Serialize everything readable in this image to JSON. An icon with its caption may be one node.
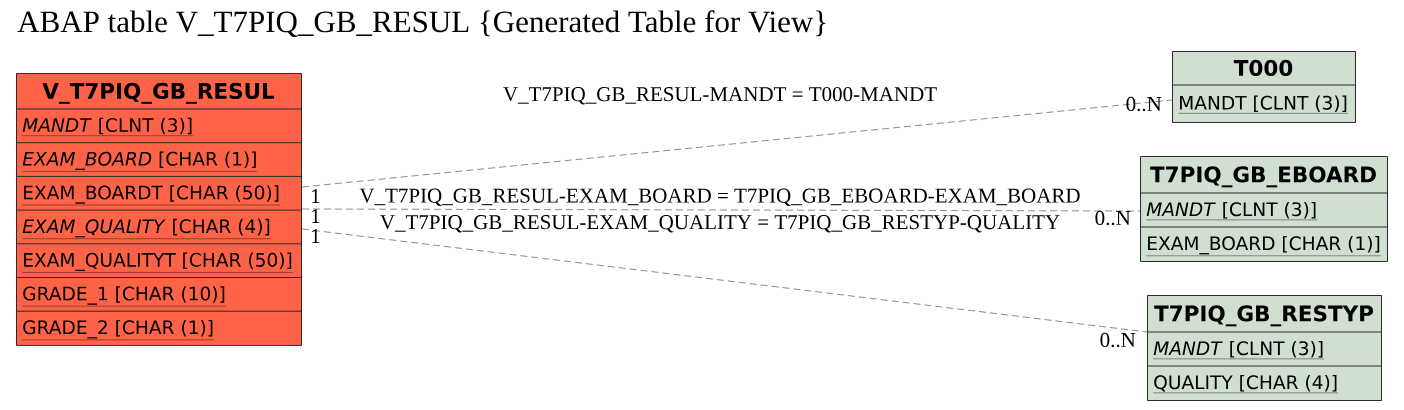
{
  "diagram": {
    "title": "ABAP table V_T7PIQ_GB_RESUL {Generated Table for View}",
    "nodes": [
      {
        "text": [
          "V_T7PIQ_GB_RESUL",
          "*MANDT* [CLNT (3)]",
          "*EXAM_BOARD* [CHAR (1)]",
          "EXAM_BOARDT [CHAR (50)]",
          "*EXAM_QUALITY* [CHAR (4)]",
          "EXAM_QUALITYT [CHAR (50)]",
          "GRADE_1 [CHAR (10)]",
          "GRADE_2 [CHAR (1)]"
        ]
      },
      {
        "text": [
          "T000",
          "MANDT [CLNT (3)]"
        ]
      },
      {
        "text": [
          "T7PIQ_GB_EBOARD",
          "*MANDT* [CLNT (3)]",
          "EXAM_BOARD [CHAR (1)]"
        ]
      },
      {
        "text": [
          "T7PIQ_GB_RESTYP",
          "*MANDT* [CLNT (3)]",
          "QUALITY [CHAR (4)]"
        ]
      }
    ],
    "edges": [
      {
        "from": 0,
        "to": 1,
        "arrow": "none",
        "label": "V_T7PIQ_GB_RESUL-MANDT = T000-MANDT",
        "style": "dashed"
      },
      {
        "from": 0,
        "to": 2,
        "arrow": "none",
        "label": "V_T7PIQ_GB_RESUL-EXAM_BOARD = T7PIQ_GB_EBOARD-EXAM_BOARD",
        "style": "dashed"
      },
      {
        "from": 0,
        "to": 3,
        "arrow": "none",
        "label": "V_T7PIQ_GB_RESUL-EXAM_QUALITY = T7PIQ_GB_RESTYP-QUALITY",
        "style": "dashed"
      }
    ],
    "labels": [
      "0..N",
      "1",
      "1",
      "0..N",
      "1",
      "0..N"
    ]
  }
}
